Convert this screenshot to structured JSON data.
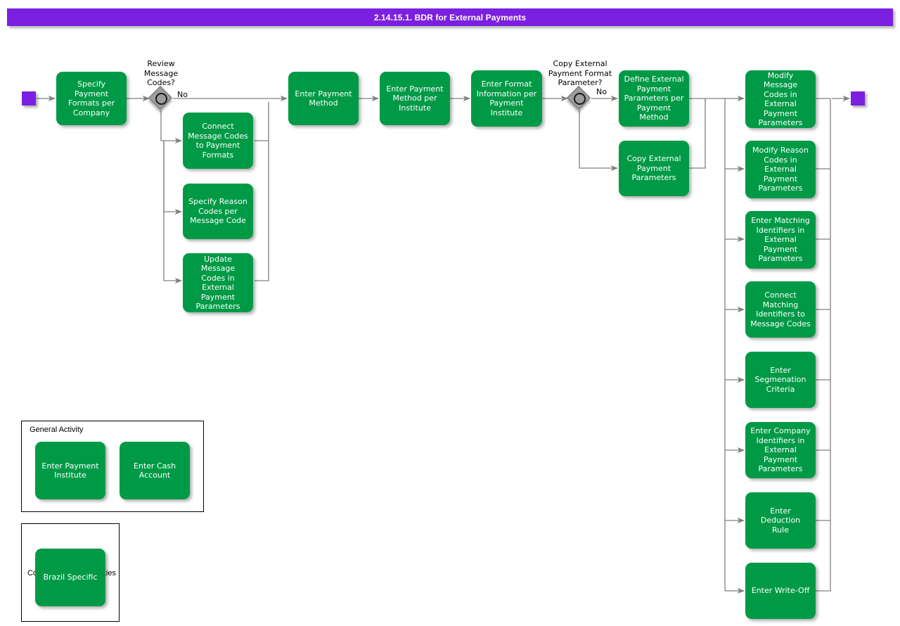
{
  "header": {
    "title": "2.14.15.1. BDR for External Payments",
    "bar_color": "#7B1FE0",
    "text_color": "#FFFFFF"
  },
  "theme": {
    "activity_fill": "#009A46",
    "activity_text": "#FFFFFF",
    "terminator_fill": "#7B1FE0",
    "gateway_fill": "#9D9D9D",
    "connector_color": "#808080",
    "background": "#FFFFFF"
  },
  "terminators": [
    {
      "name": "start",
      "label": ""
    },
    {
      "name": "end",
      "label": ""
    }
  ],
  "gateways": [
    {
      "id": "gw-review-message-codes",
      "question": "Review\nMessage\nCodes?",
      "branch_label": "No"
    },
    {
      "id": "gw-copy-external-payment-format-parameter",
      "question": "Copy External\nPayment Format\nParameter?",
      "branch_label": "No"
    }
  ],
  "nodes": {
    "specify_payment_formats_per_company": "Specify Payment\nFormats per\nCompany",
    "connect_message_codes_to_payment_formats": "Connect\nMessage Codes\nto Payment\nFormats",
    "specify_reason_codes_per_message_code": "Specify Reason\nCodes per\nMessage Code",
    "update_message_codes_in_external_payment_parameters": "Update Message\nCodes in\nExternal\nPayment\nParameters",
    "enter_payment_method": "Enter Payment\nMethod",
    "enter_payment_method_per_institute": "Enter Payment\nMethod per\nInstitute",
    "enter_format_information_per_payment_institute": "Enter Format\nInformation per\nPayment\nInstitute",
    "define_external_payment_parameters_per_payment_method": "Define External\nPayment\nParameters per\nPayment Method",
    "copy_external_payment_parameters": "Copy External\nPayment\nParameters",
    "modify_message_codes_in_external_payment_parameters": "Modify Message\nCodes in\nExternal\nPayment\nParameters",
    "modify_reason_codes_in_external_payment_parameters": "Modify Reason\nCodes in\nExternal\nPayment\nParameters",
    "enter_matching_identifiers_in_external_payment_parameters": "Enter Matching\nIdentifiers in\nExternal\nPayment\nParameters",
    "connect_matching_identifiers_to_message_codes": "Connect\nMatching\nIdentifiers to\nMessage Codes",
    "enter_segmenation_criteria": "Enter\nSegmenation\nCriteria",
    "enter_company_identifiers_in_external_payment_parameters": "Enter Company\nIdentifiers in\nExternal\nPayment\nParameters",
    "enter_deduction_rule": "Enter Deduction\nRule",
    "enter_write_off": "Enter Write-Off"
  },
  "legends": [
    {
      "id": "legend-general-activity",
      "title": "General Activity",
      "items": [
        "Enter Payment\nInstitute",
        "Enter Cash\nAccount"
      ]
    },
    {
      "id": "legend-country-specific-activities",
      "title": "Country Specific Activities",
      "items": [
        "Brazil Specific"
      ]
    }
  ]
}
